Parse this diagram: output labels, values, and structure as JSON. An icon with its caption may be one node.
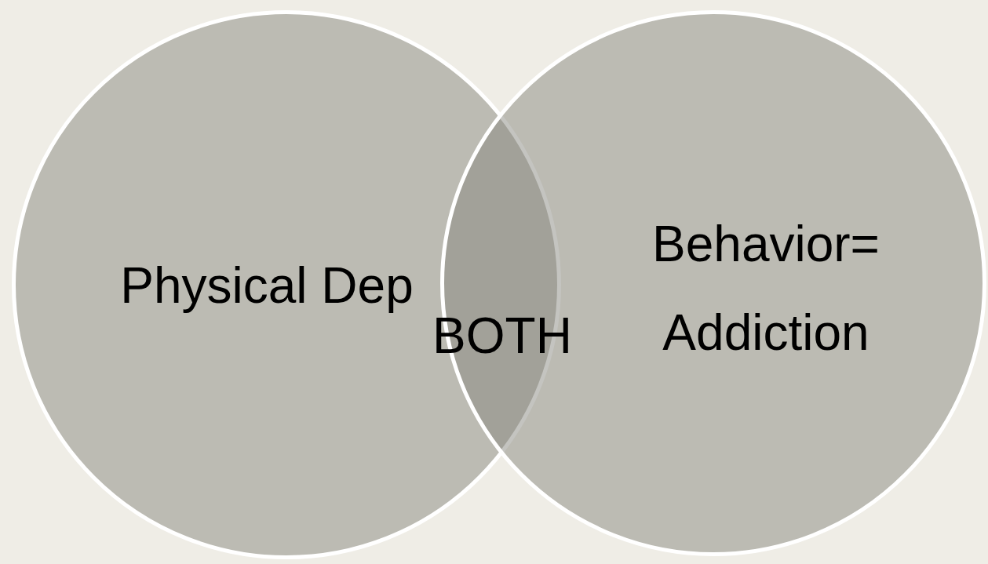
{
  "diagram": {
    "nodes": [
      {
        "text": [
          "Physical Dep"
        ]
      },
      {
        "text": [
          "Behavior= Addiction"
        ]
      }
    ],
    "labels": [
      "BOTH"
    ]
  }
}
